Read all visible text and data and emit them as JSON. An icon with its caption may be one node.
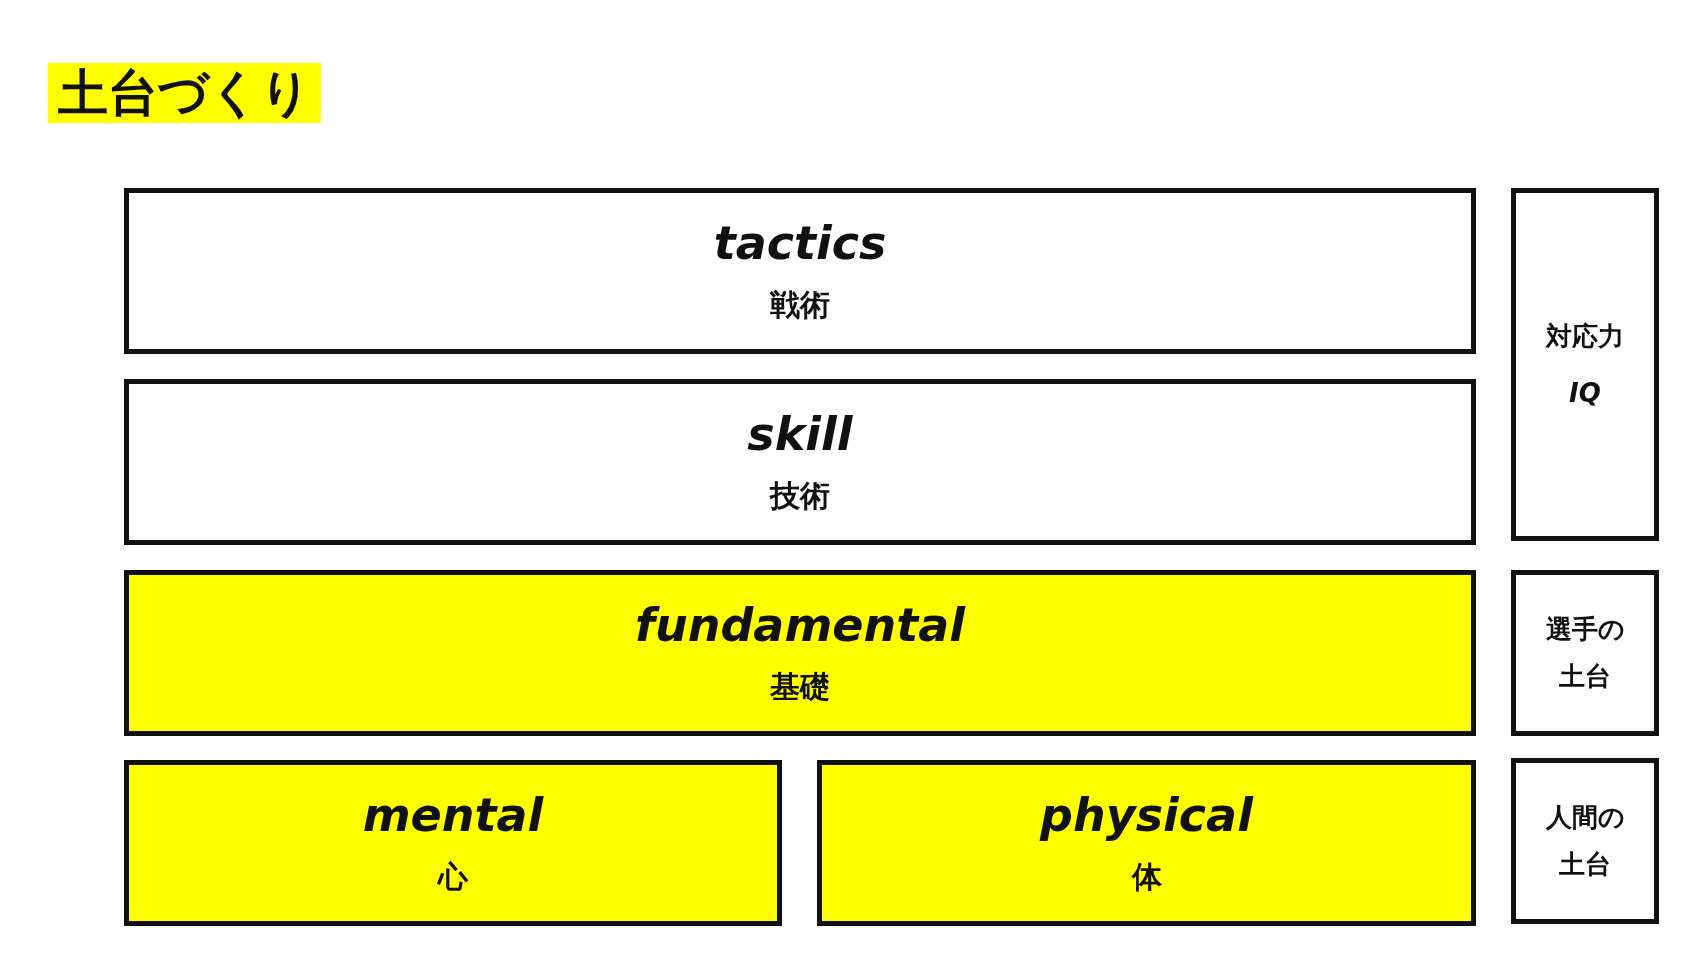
{
  "diagram": {
    "title": "土台づくり",
    "nodes": [
      {
        "text": [
          "tactics",
          "戦術"
        ]
      },
      {
        "text": [
          "skill",
          "技術"
        ]
      },
      {
        "text": [
          "fundamental",
          "基礎"
        ]
      },
      {
        "text": [
          "mental",
          "心"
        ]
      },
      {
        "text": [
          "physical",
          "体"
        ]
      },
      {
        "text": [
          "対応力",
          "IQ"
        ]
      },
      {
        "text": [
          "選手の土台"
        ]
      },
      {
        "text": [
          "人間の土台"
        ]
      }
    ]
  }
}
